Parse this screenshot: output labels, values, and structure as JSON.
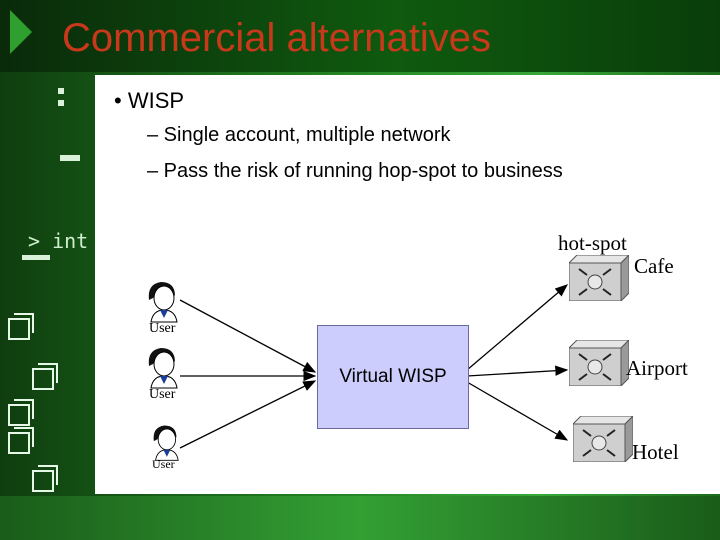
{
  "title": "Commercial alternatives",
  "bullets": {
    "main": "• WISP",
    "sub": [
      "– Single account, multiple network",
      "– Pass the risk of running hop-spot to business"
    ]
  },
  "diagram": {
    "users": [
      "User",
      "User",
      "User"
    ],
    "center": "Virtual WISP",
    "hotspot_label": "hot-spot",
    "sites": [
      "Cafe",
      "Airport",
      "Hotel"
    ]
  },
  "background_text": "> int",
  "colors": {
    "title": "#c8391b",
    "wisp_box": "#cccdfc",
    "background": "#2a8a2a"
  }
}
